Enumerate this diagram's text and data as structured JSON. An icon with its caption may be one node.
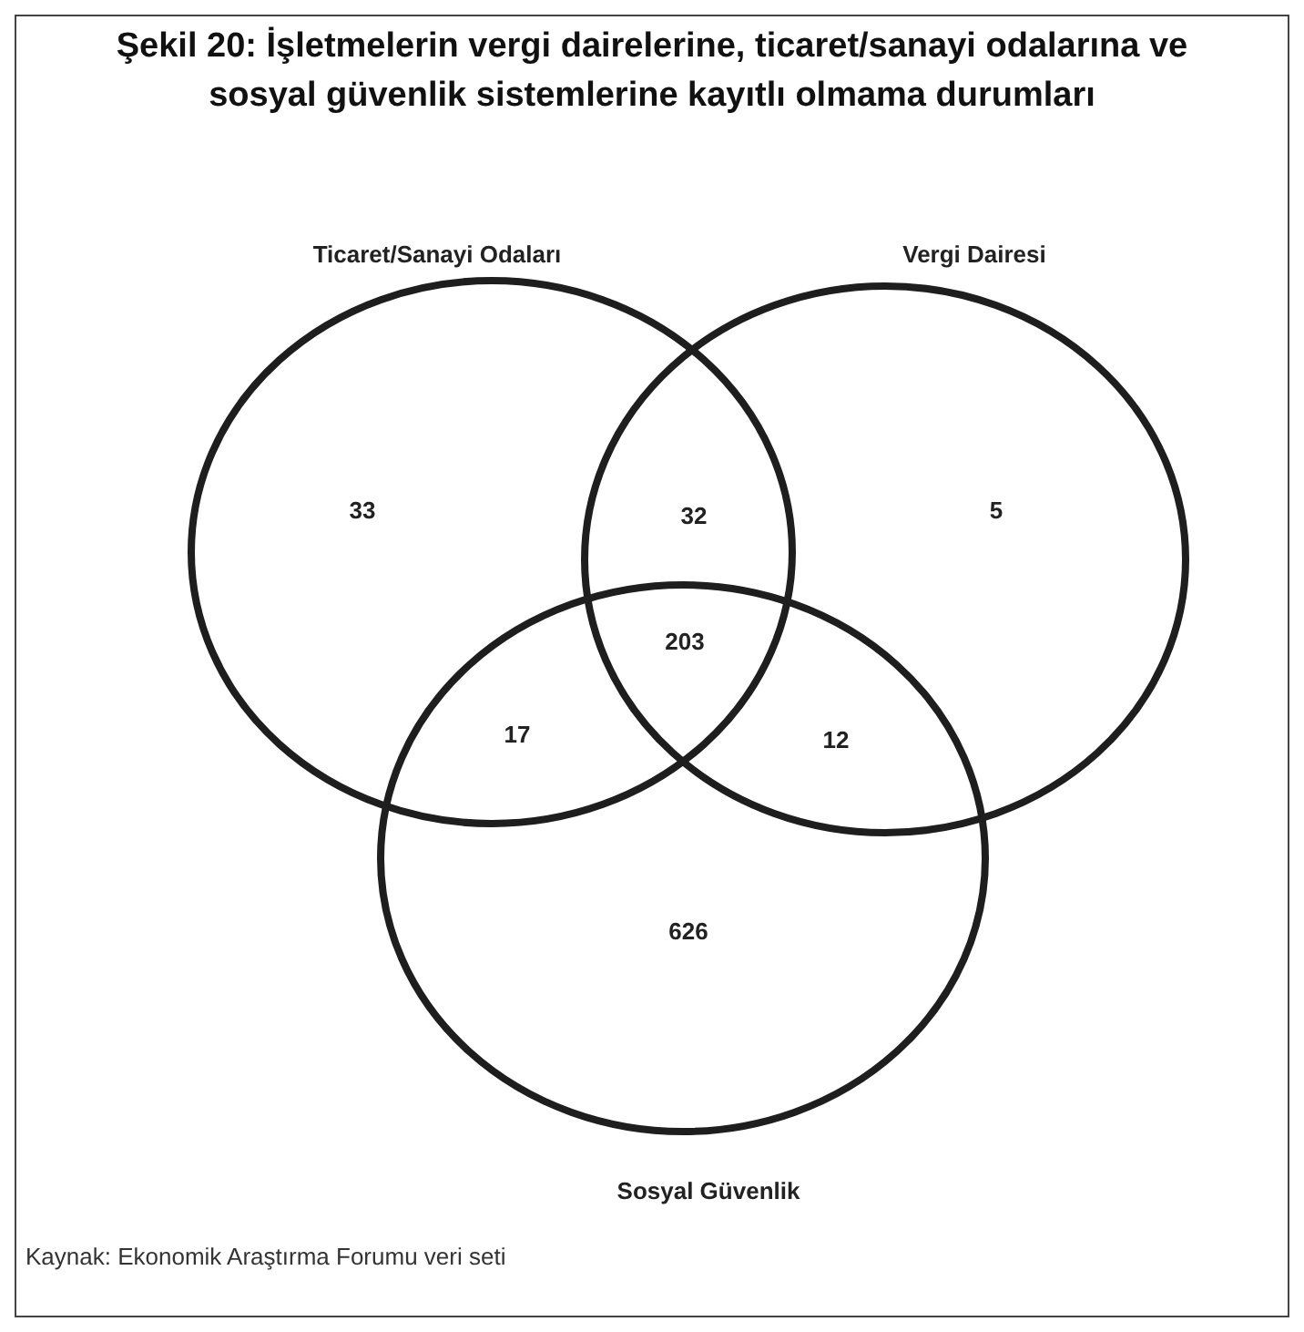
{
  "diagram": {
    "title": "Şekil 20: İşletmelerin vergi dairelerine, ticaret/sanayi odalarına ve sosyal güvenlik sistemlerine kayıtlı olmama durumları",
    "caption": "Kaynak: Ekonomik Araştırma Forumu veri seti",
    "nodes": [
      {
        "text": [
          "Ticaret/Sanayi Odaları"
        ]
      },
      {
        "text": [
          "Vergi Dairesi"
        ]
      },
      {
        "text": [
          "Sosyal Güvenlik"
        ]
      }
    ],
    "labels": [
      "33",
      "32",
      "5",
      "203",
      "17",
      "12",
      "626"
    ]
  }
}
